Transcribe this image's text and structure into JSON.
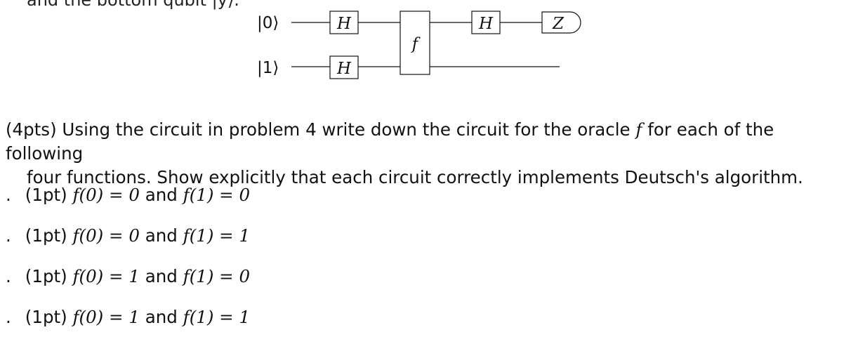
{
  "top_cut_text": "and the bottom qubit |y⟩.",
  "circuit": {
    "qubit_top_label": "|0⟩",
    "qubit_bottom_label": "|1⟩",
    "gate_h": "H",
    "oracle": "f",
    "measure": "Z"
  },
  "problem": {
    "prefix": "(4pts) Using the circuit in problem 4 write down the circuit for the oracle ",
    "oracle_symbol": "f",
    "suffix": " for each of the following",
    "line2": "four functions. Show explicitly that each circuit correctly implements Deutsch's algorithm."
  },
  "items": [
    {
      "bullet": ".",
      "points": "(1pt)",
      "f0": "f(0) = 0",
      "connector": "and",
      "f1": "f(1) = 0"
    },
    {
      "bullet": ".",
      "points": "(1pt)",
      "f0": "f(0) = 0",
      "connector": "and",
      "f1": "f(1) = 1"
    },
    {
      "bullet": ".",
      "points": "(1pt)",
      "f0": "f(0) = 1",
      "connector": "and",
      "f1": "f(1) = 0"
    },
    {
      "bullet": ".",
      "points": "(1pt)",
      "f0": "f(0) = 1",
      "connector": "and",
      "f1": "f(1) = 1"
    }
  ]
}
